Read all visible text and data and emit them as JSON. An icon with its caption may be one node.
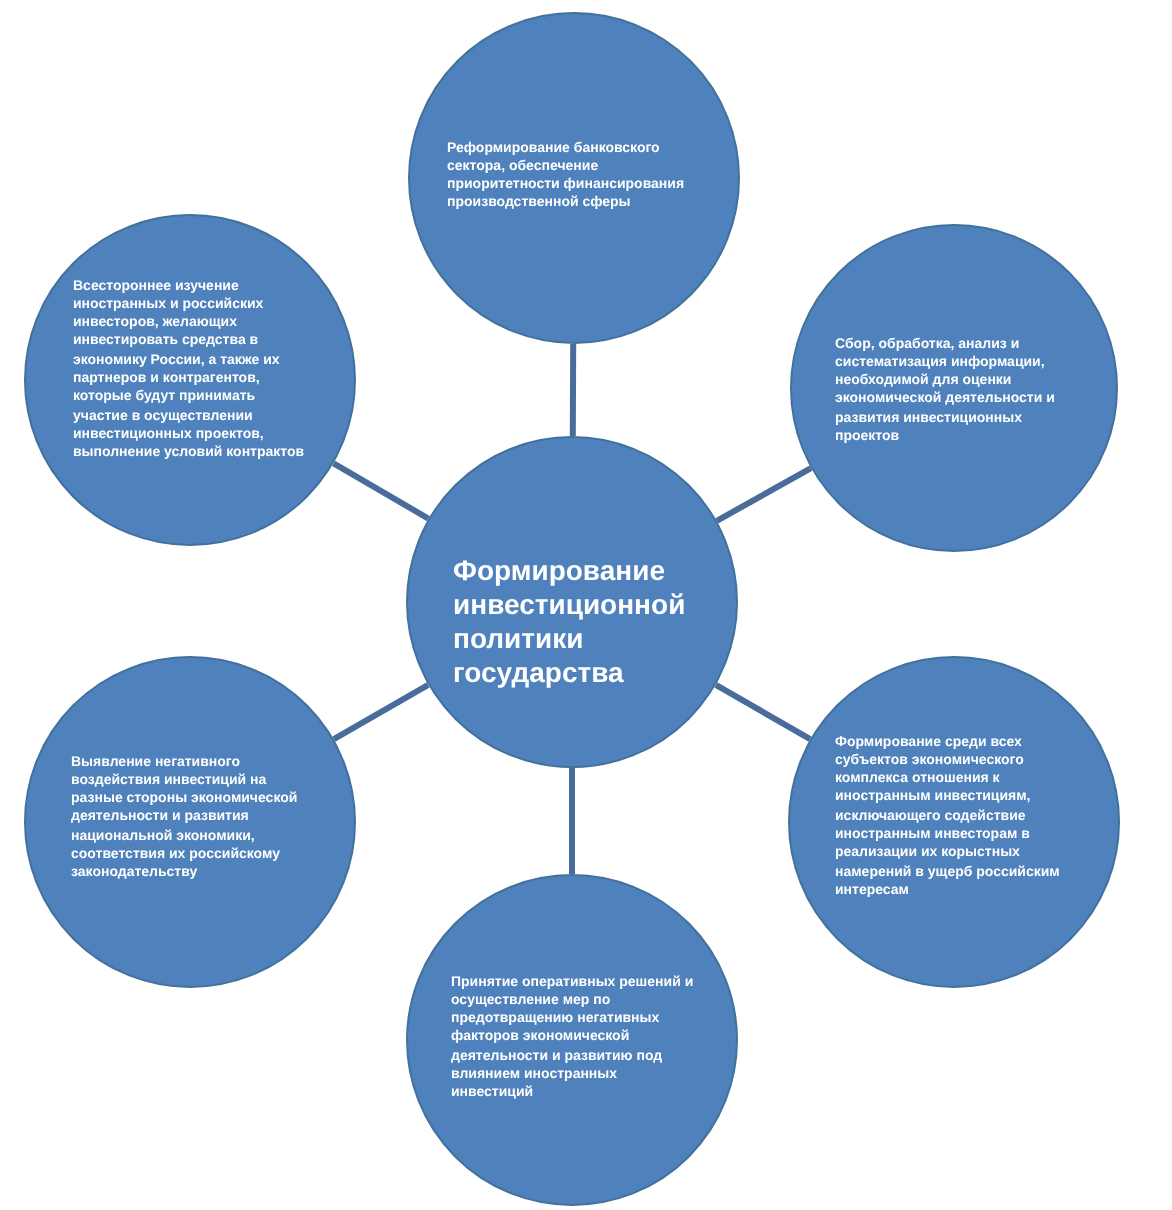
{
  "diagram": {
    "nodes": [
      {
        "text": [
          "Формирование инвестиционной политики государства"
        ]
      },
      {
        "text": [
          "Реформирование банковского сектора, обеспечение приоритетности финансирования производственной сферы"
        ]
      },
      {
        "text": [
          "Сбор, обработка, анализ и систематизация информации, необходимой для оценки экономической деятельности и развития инвестиционных проектов"
        ]
      },
      {
        "text": [
          "Формирование среди всех субъектов экономического комплекса отношения к иностранным инвестициям, исключающего содействие иностранным инвесторам в реализации их корыстных намерений в ущерб российским интересам"
        ]
      },
      {
        "text": [
          "Принятие оперативных решений и осуществление мер по предотвращению негативных факторов экономической деятельности и развитию под влиянием иностранных инвестиций"
        ]
      },
      {
        "text": [
          "Выявление негативного воздействия инвестиций на разные стороны экономической деятельности и развития национальной экономики, соответствия их российскому законодательству"
        ]
      },
      {
        "text": [
          "Всестороннее изучение иностранных и российских инвесторов, желающих инвестировать средства в экономику России, а также их партнеров и контрагентов, которые будут принимать участие в осуществлении инвестиционных проектов, выполнение условий контрактов"
        ]
      }
    ],
    "edges": [
      {
        "from": 0,
        "to": 1,
        "arrow": "none"
      },
      {
        "from": 0,
        "to": 2,
        "arrow": "none"
      },
      {
        "from": 0,
        "to": 3,
        "arrow": "none"
      },
      {
        "from": 0,
        "to": 4,
        "arrow": "none"
      },
      {
        "from": 0,
        "to": 5,
        "arrow": "none"
      },
      {
        "from": 0,
        "to": 6,
        "arrow": "none"
      }
    ]
  }
}
